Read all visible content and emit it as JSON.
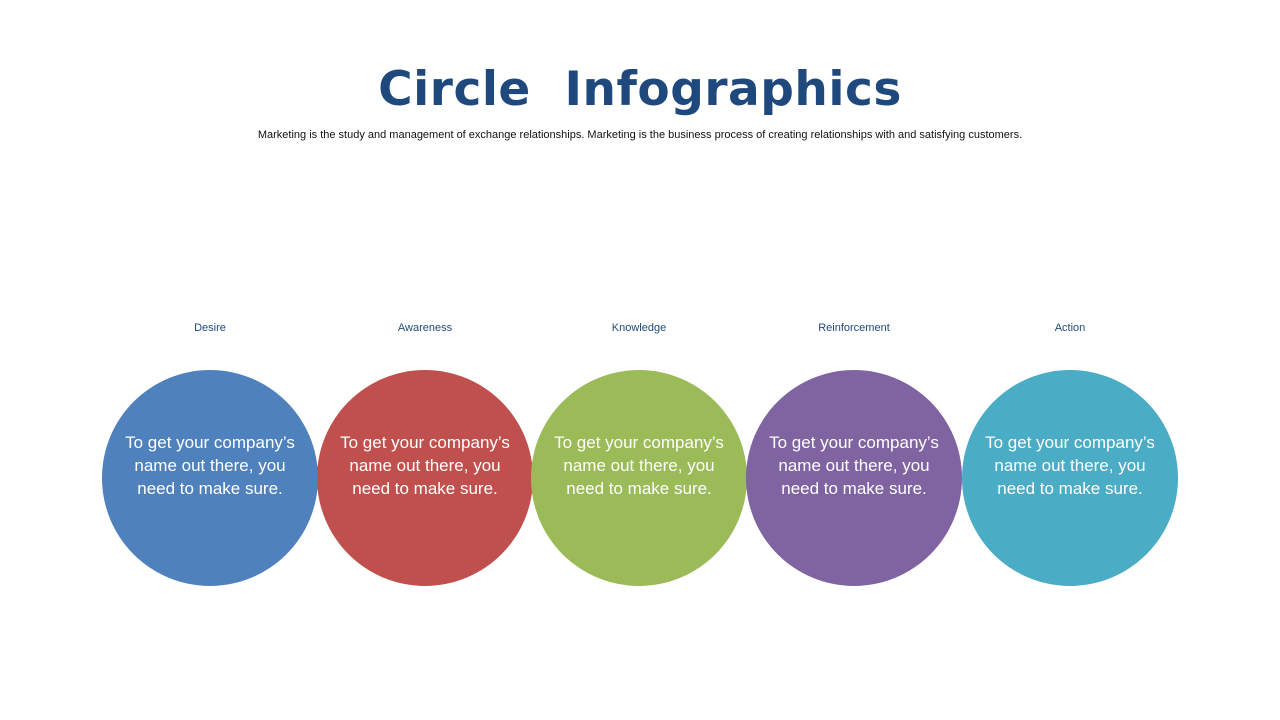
{
  "slide": {
    "title": "Circle  Infographics",
    "subtitle": "Marketing is the study and management of exchange relationships. Marketing is the  business process of creating relationships with and satisfying customers."
  },
  "steps": [
    {
      "label": "Desire",
      "text": "To get your company’s name out there, you need to make sure.",
      "color": "#4f81bd"
    },
    {
      "label": "Awareness",
      "text": "To get your company’s name out there, you need to make sure.",
      "color": "#c0504d"
    },
    {
      "label": "Knowledge",
      "text": "To get your company’s name out there, you need to make sure.",
      "color": "#9bbb59"
    },
    {
      "label": "Reinforcement",
      "text": "To get your company’s name out there, you need to make sure.",
      "color": "#8064a2"
    },
    {
      "label": "Action",
      "text": "To get your company’s name out there, you need to make sure.",
      "color": "#4bacc6"
    }
  ]
}
